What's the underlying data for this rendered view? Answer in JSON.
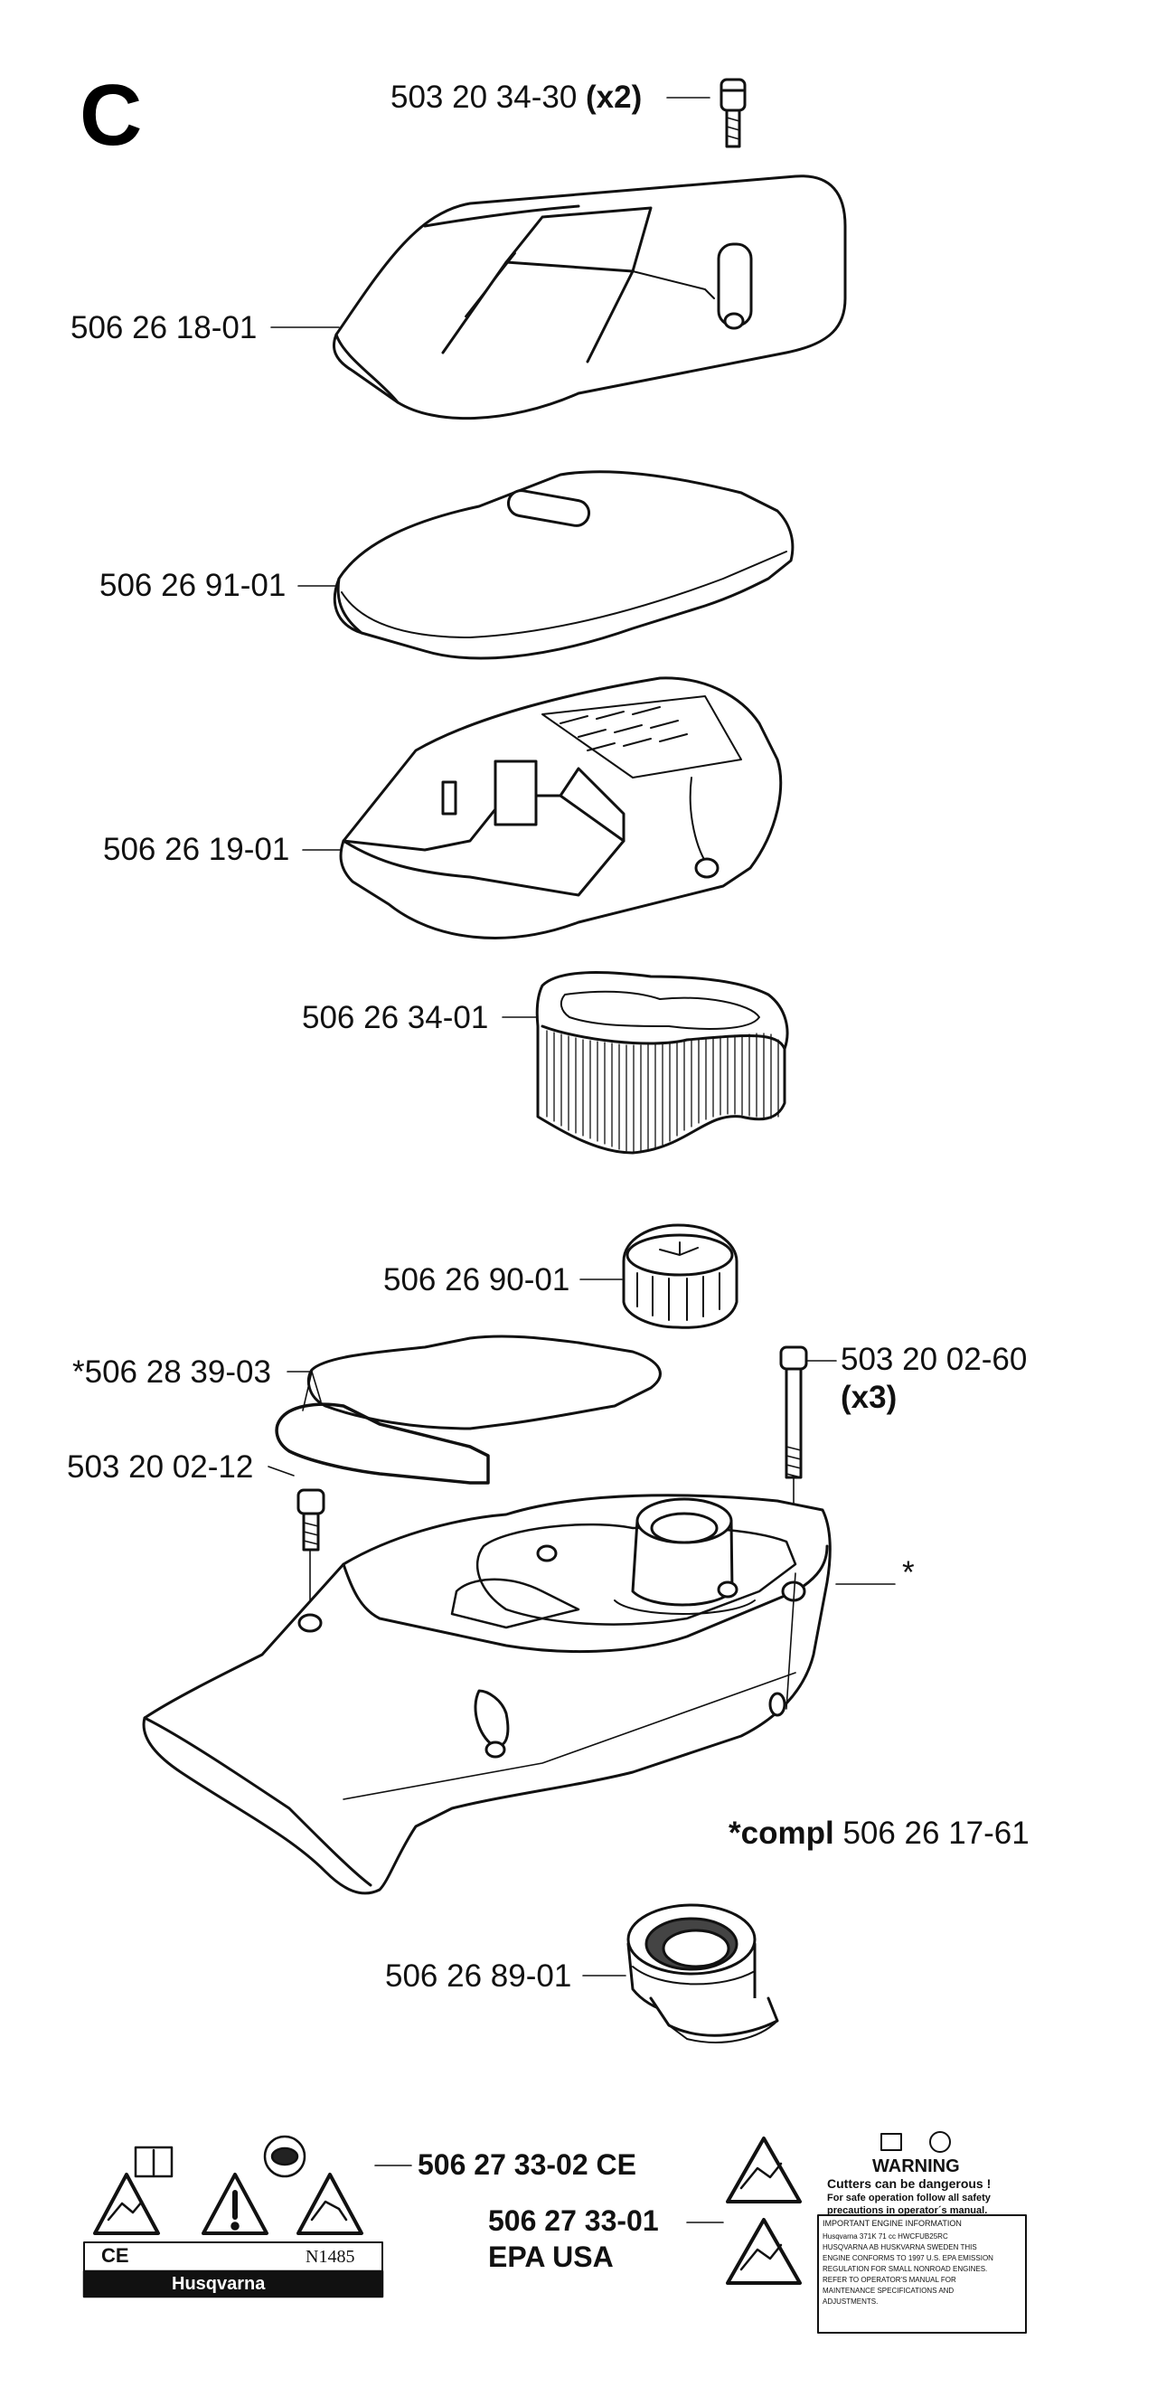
{
  "section": "C",
  "parts": {
    "screw_top": "503 20 34-30",
    "screw_top_qty": "(x2)",
    "cover": "506 26 18-01",
    "filter_lid": "506 26 91-01",
    "filter_holder": "506 26 19-01",
    "air_filter": "506 26 34-01",
    "nut": "506 26 90-01",
    "gasket": "*506 28 39-03",
    "screw_long": "503 20 02-60",
    "screw_long_qty": "(x3)",
    "screw_short": "503 20 02-12",
    "asterisk": "*",
    "compl_prefix": "*compl",
    "compl_number": "506 26 17-61",
    "rubber_bellow": "506 26 89-01"
  },
  "decals": {
    "ce_number": "506 27 33-02 CE",
    "epa_number": "506 27 33-01",
    "epa_suffix": "EPA USA",
    "brand": "Husqvarna",
    "ce_mark": "CE",
    "n_code": "N1485",
    "warning_title": "WARNING",
    "warning_line1": "Cutters can be dangerous !",
    "warning_line2": "For safe operation follow all safety",
    "warning_line3": "precautions in operator´s manual.",
    "info_title": "IMPORTANT ENGINE INFORMATION",
    "info_lines": [
      "Husqvarna   371K 71 cc HWCFUB25RC",
      "HUSQVARNA AB HUSKVARNA SWEDEN THIS",
      "ENGINE CONFORMS TO 1997 U.S. EPA EMISSION",
      "REGULATION FOR SMALL NONROAD ENGINES.",
      "REFER TO OPERATOR'S MANUAL FOR",
      "MAINTENANCE SPECIFICATIONS AND",
      "ADJUSTMENTS."
    ]
  }
}
